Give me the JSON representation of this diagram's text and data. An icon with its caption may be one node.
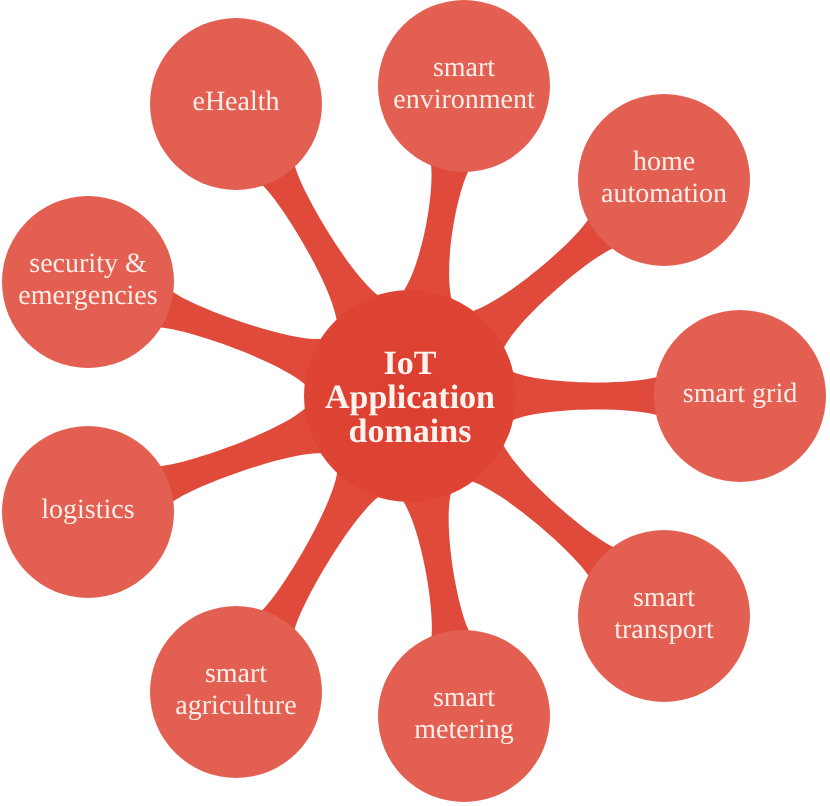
{
  "diagram": {
    "nodes": [
      {
        "text": [
          "IoT Application domains"
        ]
      },
      {
        "text": [
          "smart environment"
        ]
      },
      {
        "text": [
          "home automation"
        ]
      },
      {
        "text": [
          "smart grid"
        ]
      },
      {
        "text": [
          "smart transport"
        ]
      },
      {
        "text": [
          "smart metering"
        ]
      },
      {
        "text": [
          "smart agriculture"
        ]
      },
      {
        "text": [
          "logistics"
        ]
      },
      {
        "text": [
          "security & emergencies"
        ]
      },
      {
        "text": [
          "eHealth"
        ]
      }
    ],
    "edges": [
      {
        "from": 0,
        "to": 1,
        "arrow": "none"
      },
      {
        "from": 0,
        "to": 2,
        "arrow": "none"
      },
      {
        "from": 0,
        "to": 3,
        "arrow": "none"
      },
      {
        "from": 0,
        "to": 4,
        "arrow": "none"
      },
      {
        "from": 0,
        "to": 5,
        "arrow": "none"
      },
      {
        "from": 0,
        "to": 6,
        "arrow": "none"
      },
      {
        "from": 0,
        "to": 7,
        "arrow": "none"
      },
      {
        "from": 0,
        "to": 8,
        "arrow": "none"
      },
      {
        "from": 0,
        "to": 9,
        "arrow": "none"
      }
    ]
  }
}
